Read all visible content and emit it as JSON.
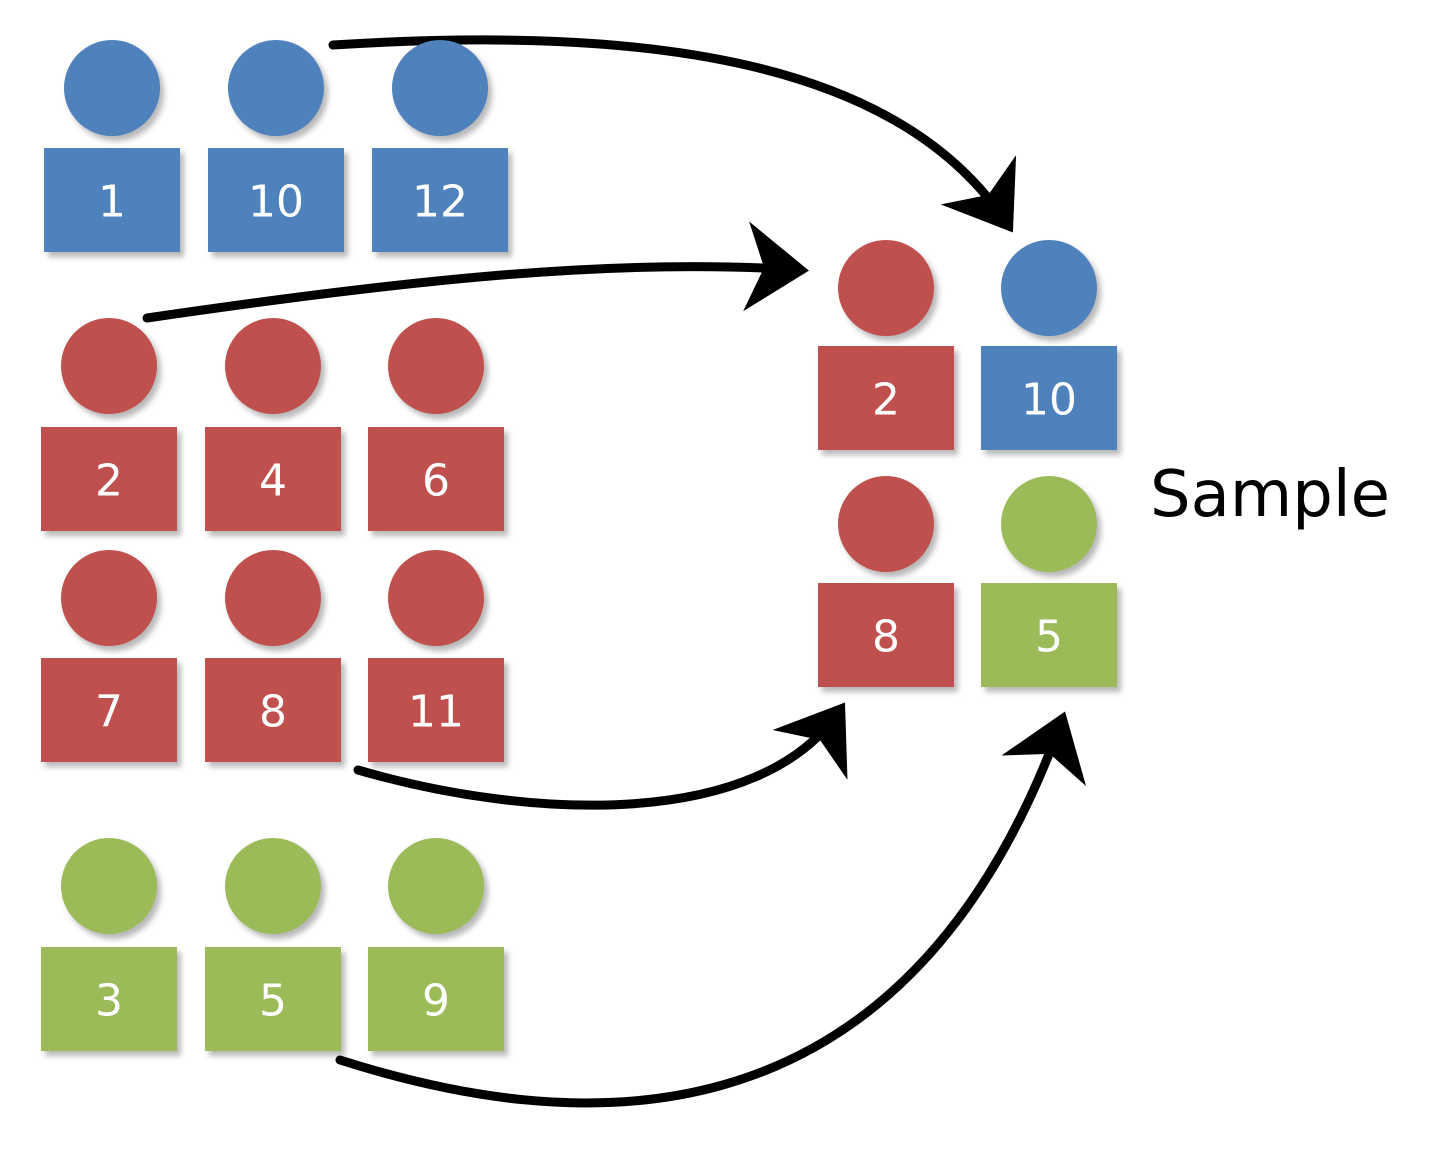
{
  "colors": {
    "blue": "#4f81bd",
    "red": "#c0504d",
    "green": "#9bbb59",
    "arrow": "#000000"
  },
  "population": {
    "blue": [
      "1",
      "10",
      "12"
    ],
    "red_row1": [
      "2",
      "4",
      "6"
    ],
    "red_row2": [
      "7",
      "8",
      "11"
    ],
    "green": [
      "3",
      "5",
      "9"
    ]
  },
  "sample": {
    "label": "Sample",
    "row1": [
      {
        "number": "2",
        "color": "red"
      },
      {
        "number": "10",
        "color": "blue"
      }
    ],
    "row2": [
      {
        "number": "8",
        "color": "red"
      },
      {
        "number": "5",
        "color": "green"
      }
    ]
  },
  "arrows": [
    {
      "from": "population-blue-10",
      "to": "sample-blue-10"
    },
    {
      "from": "population-red-2",
      "to": "sample-red-2"
    },
    {
      "from": "population-red-8",
      "to": "sample-red-8"
    },
    {
      "from": "population-green-5",
      "to": "sample-green-5"
    }
  ]
}
